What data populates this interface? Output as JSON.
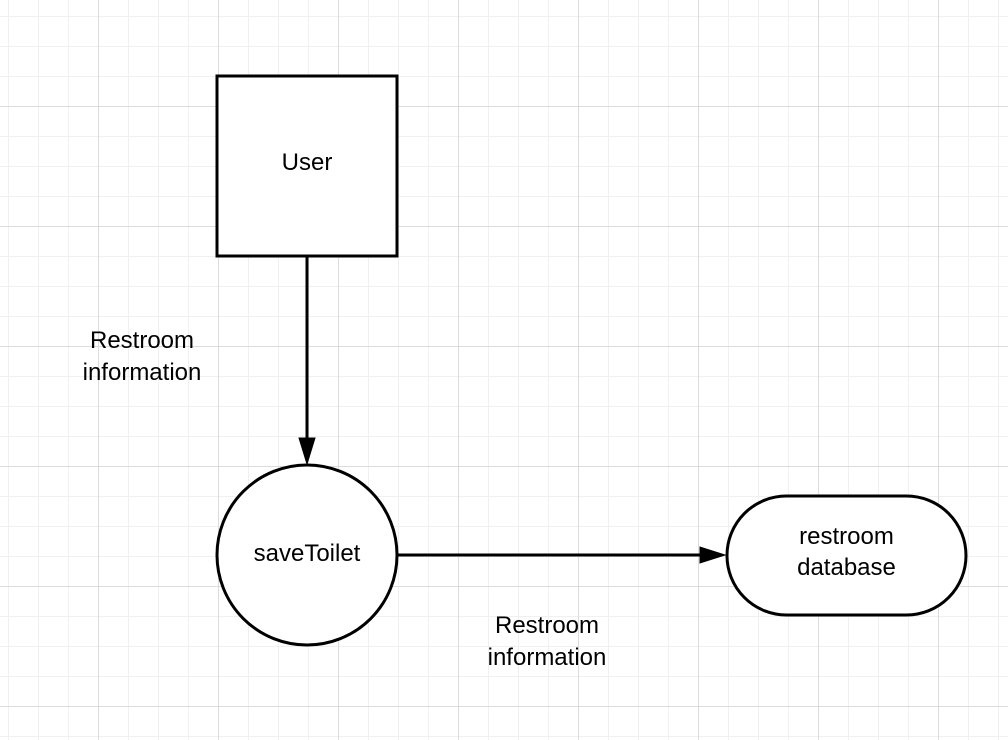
{
  "diagram": {
    "nodes": {
      "user": {
        "label": "User",
        "shape": "square"
      },
      "process": {
        "label": "saveToilet",
        "shape": "circle"
      },
      "store": {
        "label": "restroom\ndatabase",
        "shape": "rounded-pill"
      }
    },
    "edges": [
      {
        "from": "user",
        "to": "process",
        "label": "Restroom\ninformation"
      },
      {
        "from": "process",
        "to": "store",
        "label": "Restroom\ninformation"
      }
    ]
  },
  "colors": {
    "stroke": "#000000",
    "fill": "#ffffff",
    "grid_major": "#dcdcdc",
    "grid_minor": "#f0f0f0"
  }
}
